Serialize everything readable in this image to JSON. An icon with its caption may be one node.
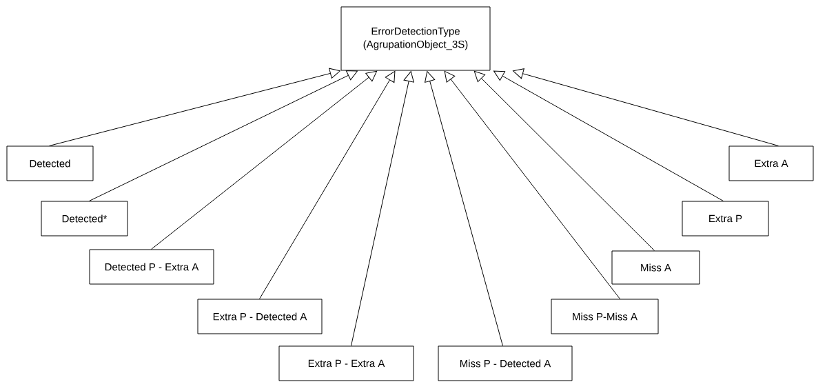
{
  "diagram": {
    "nodes": [
      {
        "text": [
          "ErrorDetectionType (AgrupationObject_3S)"
        ]
      },
      {
        "text": [
          "Detected"
        ]
      },
      {
        "text": [
          "Detected*"
        ]
      },
      {
        "text": [
          "Detected P - Extra A"
        ]
      },
      {
        "text": [
          "Extra P - Detected A"
        ]
      },
      {
        "text": [
          "Extra P - Extra A"
        ]
      },
      {
        "text": [
          "Miss P - Detected A"
        ]
      },
      {
        "text": [
          "Miss P-Miss A"
        ]
      },
      {
        "text": [
          "Miss A"
        ]
      },
      {
        "text": [
          "Extra P"
        ]
      },
      {
        "text": [
          "Extra A"
        ]
      }
    ],
    "edges": [
      {
        "from": 1,
        "to": 0,
        "arrow": "to"
      },
      {
        "from": 2,
        "to": 0,
        "arrow": "to"
      },
      {
        "from": 3,
        "to": 0,
        "arrow": "to"
      },
      {
        "from": 4,
        "to": 0,
        "arrow": "to"
      },
      {
        "from": 5,
        "to": 0,
        "arrow": "to"
      },
      {
        "from": 6,
        "to": 0,
        "arrow": "to"
      },
      {
        "from": 7,
        "to": 0,
        "arrow": "to"
      },
      {
        "from": 8,
        "to": 0,
        "arrow": "to"
      },
      {
        "from": 9,
        "to": 0,
        "arrow": "to"
      },
      {
        "from": 10,
        "to": 0,
        "arrow": "to"
      }
    ]
  }
}
